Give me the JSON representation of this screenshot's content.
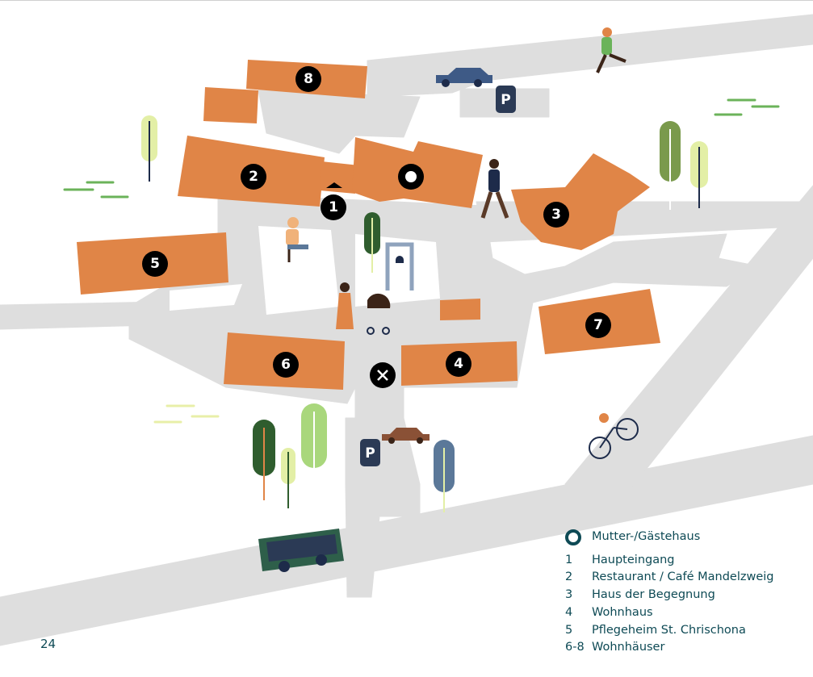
{
  "map": {
    "markers": [
      {
        "id": "1",
        "label": "1"
      },
      {
        "id": "2",
        "label": "2"
      },
      {
        "id": "3",
        "label": "3"
      },
      {
        "id": "4",
        "label": "4"
      },
      {
        "id": "5",
        "label": "5"
      },
      {
        "id": "6",
        "label": "6"
      },
      {
        "id": "7",
        "label": "7"
      },
      {
        "id": "8",
        "label": "8"
      }
    ],
    "parking_label": "P",
    "colors": {
      "building": "#E08547",
      "road": "#DEDEDE",
      "marker": "#000000",
      "parking": "#2B3A55",
      "text": "#0E4A55"
    }
  },
  "legend": {
    "items": [
      {
        "key": "",
        "icon": "ring-icon",
        "label": "Mutter-/Gästehaus"
      },
      {
        "key": "1",
        "label": "Haupteingang"
      },
      {
        "key": "2",
        "label": "Restaurant / Café Mandelzweig"
      },
      {
        "key": "3",
        "label": "Haus der Begegnung"
      },
      {
        "key": "4",
        "label": "Wohnhaus"
      },
      {
        "key": "5",
        "label": "Pflegeheim St. Chrischona"
      },
      {
        "key": "6-8",
        "label": "Wohnhäuser"
      }
    ]
  },
  "page_number": "24"
}
